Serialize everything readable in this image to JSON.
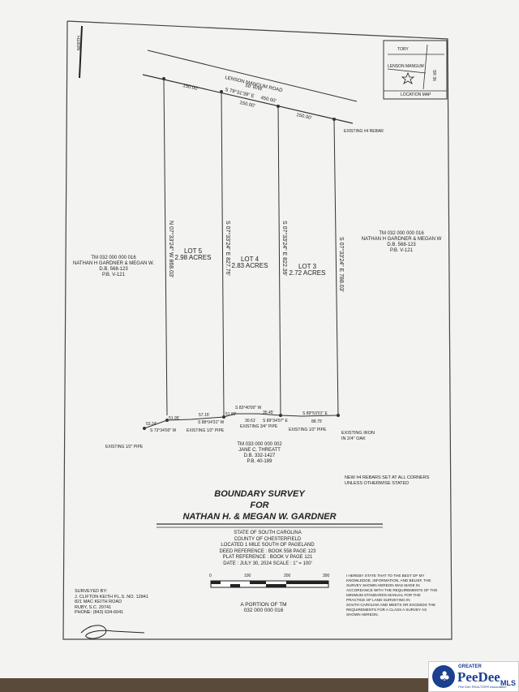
{
  "road": {
    "name": "LENSON MANGUM ROAD",
    "rw": "50' R/W",
    "bearing": "S 79°31'39\" E",
    "length": "450.00'"
  },
  "frontages": [
    "150.00'",
    "150.00'",
    "150.00'"
  ],
  "existing_rebar_note": "EXISTING #4 REBAR",
  "lots": [
    {
      "name": "LOT 5",
      "acres": "2.98 ACRES"
    },
    {
      "name": "LOT 4",
      "acres": "2.83 ACRES"
    },
    {
      "name": "LOT 3",
      "acres": "2.72 ACRES"
    }
  ],
  "side_lines": [
    "N 07°33'24\" W 868.03'",
    "S 07°33'24\" E 827.76'",
    "S 07°33'24\" E 822.39'",
    "S 07°33'24\" E 788.03'"
  ],
  "left_owner": [
    "TM 032 000 000 016",
    "NATHAN H GARDNER & MEGAN W.",
    "D.B. 568-123",
    "P.B. V-121"
  ],
  "right_owner": [
    "TM 032 000 000 016",
    "NATHAN H GARDNER & MEGAN W",
    "D.B. 568-123",
    "P.B. V-121"
  ],
  "bottom_segments": {
    "s1_len": "53.24'",
    "s1_bear": "S 73°34'00\" W",
    "s2_len": "51.95'",
    "s3_len": "57.15'",
    "s3_bear": "S 88°04'31\" W",
    "s4_len": "51.80'",
    "s4_bear": "S 83°40'00\" W",
    "s5_len": "35.45'",
    "s6_len": "30.61'",
    "s6_bear": "S 89°34'07\" E",
    "s7_len": "88.75'",
    "s7_bear": "S 89°53'01\" E",
    "pipe1": "EXISTING 1/2\" PIPE",
    "pipe2": "EXISTING 3/4\" PIPE",
    "pipe3": "EXISTING 1/2\" PIPE",
    "pipe_left": "EXISTING 1/2\" PIPE",
    "rebar_right": [
      "EXISTING IRON",
      "IN 2/4\" OAK"
    ]
  },
  "south_owner": [
    "TM 033 000 000 002",
    "JANE C. THREATT",
    "D.B. 332-1427",
    "P.B. 40-189"
  ],
  "rebar_set_note": [
    "NEW #4 REBARS SET AT ALL CORNERS",
    "UNLESS OTHERWISE STATED"
  ],
  "location_map": {
    "road1": "TORY",
    "road2": "LENSON MANGUM",
    "road3": "SR 36",
    "label": "LOCATION MAP"
  },
  "north_label": "NORTH",
  "title": {
    "line1": "BOUNDARY SURVEY",
    "line2": "FOR",
    "line3": "NATHAN H. & MEGAN W. GARDNER"
  },
  "info": [
    "STATE OF SOUTH CAROLINA",
    "COUNTY OF CHESTERFIELD",
    "LOCATED 1 MILE SOUTH OF PAGELAND",
    "DEED REFERENCE : BOOK 558 PAGE 123",
    "PLAT REFERENCE : BOOK V PAGE 121",
    "DATE :  JULY 30, 2024    SCALE :  1\" = 100'"
  ],
  "scale_bar": {
    "ticks": [
      "0",
      "100",
      "200",
      "300"
    ]
  },
  "portion": [
    "A PORTION OF TM",
    "032 000 000 016"
  ],
  "surveyor": [
    "SURVEYED BY:",
    "J. CLIFTON KEITH P.L.S. NO. 12841",
    "821 MAC KEITH ROAD",
    "RUBY, S.C.  29741",
    "PHONE: (843) 634-6041"
  ],
  "certification": [
    "I HEREBY STATE THAT TO THE BEST OF MY",
    "KNOWLEDGE, INFORMATION, AND BELIEF, THE",
    "SURVEY SHOWN HEREON WAS MADE IN",
    "ACCORDANCE WITH THE REQUIREMENTS OF THE",
    "MINIMUM STANDARDS MANUAL FOR THE",
    "PRACTICE OF LAND SURVEYING IN",
    "SOUTH CAROLINA AND MEETS OR EXCEEDS THE",
    "REQUIREMENTS FOR A CLASS A SURVEY AS",
    "SHOWN HEREON."
  ],
  "logo": {
    "small": "GREATER",
    "big": "PeeDee",
    "mls": "MLS",
    "tag": "Pee Dee REALTOR® Association"
  }
}
